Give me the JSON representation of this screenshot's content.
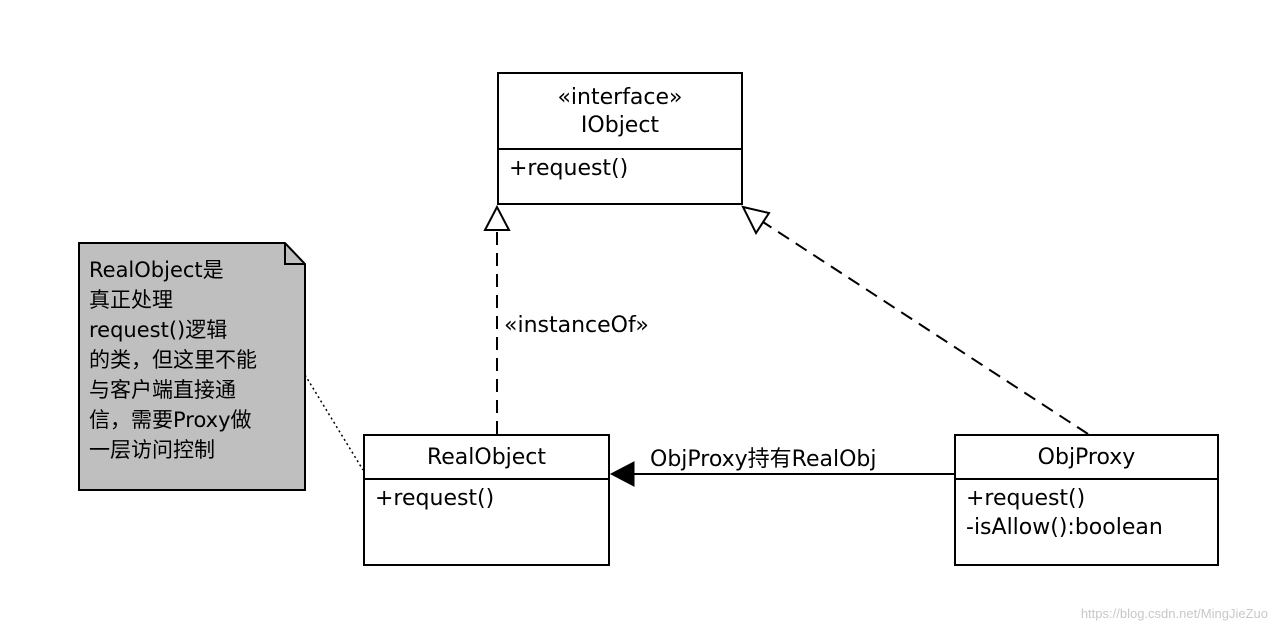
{
  "interface_class": {
    "stereotype": "«interface»",
    "name": "IObject",
    "methods": [
      "+request()"
    ]
  },
  "real_class": {
    "name": "RealObject",
    "methods": [
      "+request()"
    ]
  },
  "proxy_class": {
    "name": "ObjProxy",
    "methods": [
      "+request()",
      "-isAllow():boolean"
    ]
  },
  "note": {
    "lines": [
      "RealObject是",
      "真正处理",
      "request()逻辑",
      "的类，但这里不能",
      "与客户端直接通",
      "信，需要Proxy做",
      "一层访问控制"
    ],
    "fill": "#bfbfbf"
  },
  "edges": {
    "realization_label": "«instanceOf»",
    "association_label": "ObjProxy持有RealObj"
  },
  "watermark": "https://blog.csdn.net/MingJieZuo"
}
